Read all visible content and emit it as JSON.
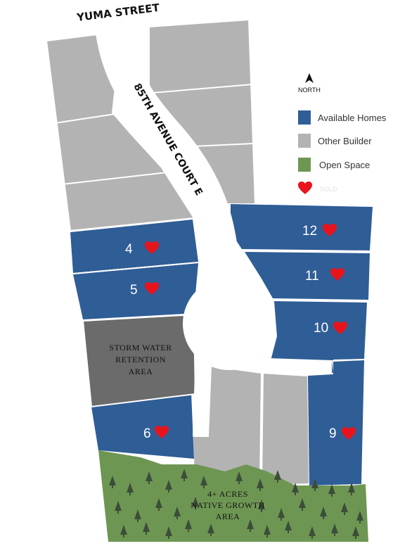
{
  "street_top": "YUMA STREET",
  "street_court": "85TH AVENUE COURT E",
  "legend": {
    "north": "NORTH",
    "available": "Available Homes",
    "other_builder": "Other Builder",
    "open_space": "Open Space",
    "sold": "SOLD"
  },
  "areas": {
    "storm_water": [
      "STORM WATER",
      "RETENTION",
      "AREA"
    ],
    "native_growth": [
      "4+ ACRES",
      "NATIVE GROWTH",
      "AREA"
    ]
  },
  "lots": [
    {
      "number": "4",
      "status": "sold"
    },
    {
      "number": "5",
      "status": "sold"
    },
    {
      "number": "6",
      "status": "sold"
    },
    {
      "number": "9",
      "status": "sold"
    },
    {
      "number": "10",
      "status": "sold"
    },
    {
      "number": "11",
      "status": "sold"
    },
    {
      "number": "12",
      "status": "sold"
    }
  ],
  "colors": {
    "available": "#2f5d96",
    "other_builder": "#b3b3b3",
    "storm_water": "#6b6b6b",
    "open_space": "#6e9653",
    "sold_heart": "#e8141c",
    "tree": "#3c4d3a"
  }
}
